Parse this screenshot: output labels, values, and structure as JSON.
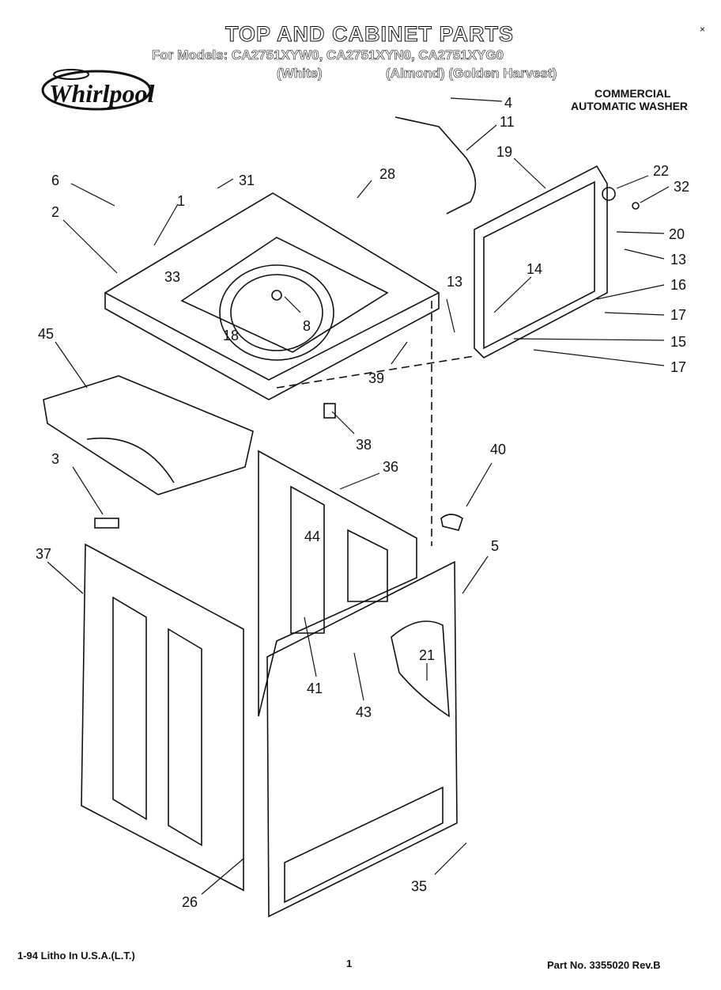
{
  "header": {
    "title": "TOP AND CABINET PARTS",
    "models_line": "For Models: CA2751XYW0,  CA2751XYN0, CA2751XYG0",
    "color_white": "(White)",
    "color_others": "(Almond) (Golden Harvest)",
    "corner_mark": "×"
  },
  "brand": {
    "logo_text": "Whirlpool"
  },
  "product": {
    "line1": "COMMERCIAL",
    "line2": "AUTOMATIC WASHER"
  },
  "callouts": [
    "4",
    "11",
    "19",
    "22",
    "32",
    "20",
    "13",
    "16",
    "17",
    "15",
    "14",
    "13",
    "6",
    "31",
    "28",
    "1",
    "2",
    "33",
    "8",
    "18",
    "39",
    "45",
    "38",
    "3",
    "36",
    "40",
    "44",
    "5",
    "37",
    "21",
    "41",
    "43",
    "26",
    "35",
    "17"
  ],
  "footer": {
    "litho": "1-94 Litho In U.S.A.(L.T.)",
    "page": "1",
    "part_no": "Part No. 3355020  Rev.B"
  },
  "colors": {
    "ink": "#111111",
    "paper": "#ffffff"
  }
}
